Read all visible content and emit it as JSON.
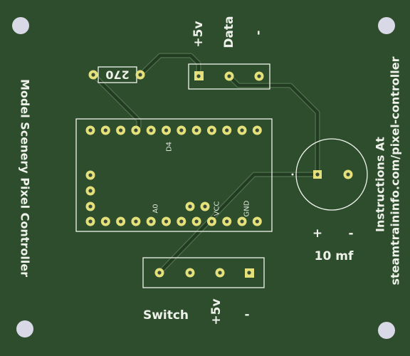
{
  "board": {
    "colors": {
      "pcb": "#2d4d2d",
      "trace": "#223c22",
      "trace_edge": "#4f714c",
      "silk": "#f2f4ef",
      "pad": "#e4e07a",
      "drill": "#3a4a3a",
      "mount_hole": "#d9d8e6"
    },
    "title": "Model Scenery Pixel Controller",
    "instructions_line1": "Instructions At",
    "instructions_line2": "steamtraininfo.com/pixel-controller",
    "resistor_value": "270",
    "top_header": {
      "labels": [
        "+5v",
        "Data",
        "-"
      ]
    },
    "bottom_header": {
      "labels": [
        "Switch",
        "+5v",
        "-"
      ]
    },
    "capacitor": {
      "value": "10 mf",
      "plus": "+",
      "minus": "-"
    },
    "mcu_labels": {
      "d4": "D4",
      "a0": "A0",
      "vcc": "VCC",
      "gnd": "GND"
    }
  }
}
